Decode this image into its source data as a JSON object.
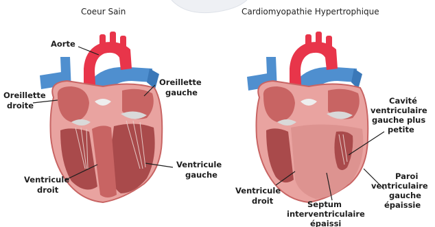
{
  "panels": [
    {
      "title": "Coeur Sain",
      "labels": {
        "aorte": "Aorte",
        "oreillette_droite": [
          "Oreillette",
          "droite"
        ],
        "oreillette_gauche": [
          "Oreillette",
          "gauche"
        ],
        "ventricule_droit": [
          "Ventricule",
          "droit"
        ],
        "ventricule_gauche": [
          "Ventricule",
          "gauche"
        ]
      }
    },
    {
      "title": "Cardiomyopathie Hypertrophique",
      "labels": {
        "cavite": [
          "Cavité",
          "ventriculaire",
          "gauche plus",
          "petite"
        ],
        "paroi": [
          "Paroi",
          "ventriculaire",
          "gauche",
          "épaissie"
        ],
        "ventricule_droit": [
          "Ventricule",
          "droit"
        ],
        "septum": [
          "Septum",
          "interventriculaire",
          "épaissi"
        ]
      }
    }
  ],
  "colors": {
    "vessel_red": "#e8354a",
    "vessel_blue": "#4f8fcf",
    "muscle": "#c86463",
    "muscle_light": "#e9a3a0",
    "cavity": "#a94a4b",
    "valve": "#d9d9d9"
  }
}
